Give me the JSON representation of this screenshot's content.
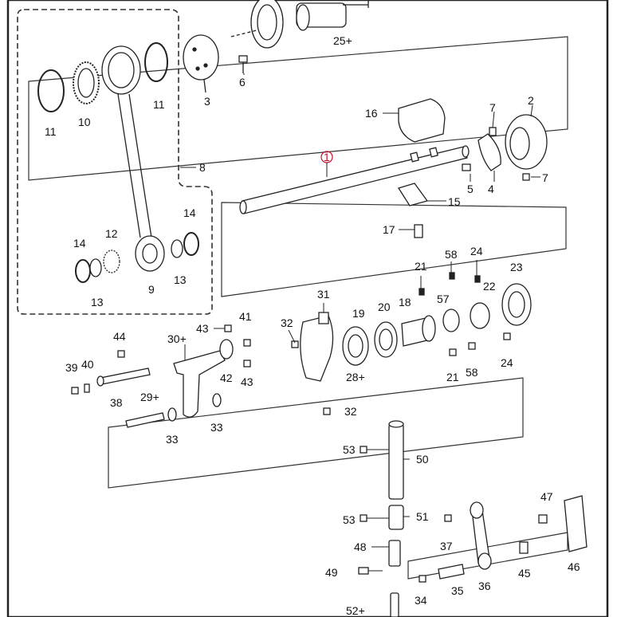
{
  "diagram": {
    "highlighted_callout": "1",
    "colors": {
      "line": "#222222",
      "highlight": "#c8102e",
      "background": "#ffffff"
    },
    "callouts": [
      {
        "id": "c-1",
        "text": "1"
      },
      {
        "id": "c-2",
        "text": "2"
      },
      {
        "id": "c-3",
        "text": "3"
      },
      {
        "id": "c-4",
        "text": "4"
      },
      {
        "id": "c-5",
        "text": "5"
      },
      {
        "id": "c-6",
        "text": "6"
      },
      {
        "id": "c-7a",
        "text": "7"
      },
      {
        "id": "c-7b",
        "text": "7"
      },
      {
        "id": "c-8",
        "text": "8"
      },
      {
        "id": "c-9",
        "text": "9"
      },
      {
        "id": "c-10",
        "text": "10"
      },
      {
        "id": "c-11a",
        "text": "11"
      },
      {
        "id": "c-11b",
        "text": "11"
      },
      {
        "id": "c-12",
        "text": "12"
      },
      {
        "id": "c-13a",
        "text": "13"
      },
      {
        "id": "c-13b",
        "text": "13"
      },
      {
        "id": "c-14a",
        "text": "14"
      },
      {
        "id": "c-14b",
        "text": "14"
      },
      {
        "id": "c-15",
        "text": "15"
      },
      {
        "id": "c-16",
        "text": "16"
      },
      {
        "id": "c-17",
        "text": "17"
      },
      {
        "id": "c-18",
        "text": "18"
      },
      {
        "id": "c-19",
        "text": "19"
      },
      {
        "id": "c-20",
        "text": "20"
      },
      {
        "id": "c-21a",
        "text": "21"
      },
      {
        "id": "c-21b",
        "text": "21"
      },
      {
        "id": "c-22",
        "text": "22"
      },
      {
        "id": "c-23",
        "text": "23"
      },
      {
        "id": "c-24a",
        "text": "24"
      },
      {
        "id": "c-24b",
        "text": "24"
      },
      {
        "id": "c-25",
        "text": "25+"
      },
      {
        "id": "c-28",
        "text": "28+"
      },
      {
        "id": "c-29",
        "text": "29+"
      },
      {
        "id": "c-30",
        "text": "30+"
      },
      {
        "id": "c-31",
        "text": "31"
      },
      {
        "id": "c-32a",
        "text": "32"
      },
      {
        "id": "c-32b",
        "text": "32"
      },
      {
        "id": "c-33a",
        "text": "33"
      },
      {
        "id": "c-33b",
        "text": "33"
      },
      {
        "id": "c-34",
        "text": "34"
      },
      {
        "id": "c-35",
        "text": "35"
      },
      {
        "id": "c-36",
        "text": "36"
      },
      {
        "id": "c-37",
        "text": "37"
      },
      {
        "id": "c-38",
        "text": "38"
      },
      {
        "id": "c-39",
        "text": "39"
      },
      {
        "id": "c-40",
        "text": "40"
      },
      {
        "id": "c-41",
        "text": "41"
      },
      {
        "id": "c-42",
        "text": "42"
      },
      {
        "id": "c-43a",
        "text": "43"
      },
      {
        "id": "c-43b",
        "text": "43"
      },
      {
        "id": "c-44",
        "text": "44"
      },
      {
        "id": "c-45",
        "text": "45"
      },
      {
        "id": "c-46",
        "text": "46"
      },
      {
        "id": "c-47",
        "text": "47"
      },
      {
        "id": "c-48",
        "text": "48"
      },
      {
        "id": "c-49",
        "text": "49"
      },
      {
        "id": "c-50",
        "text": "50"
      },
      {
        "id": "c-51",
        "text": "51"
      },
      {
        "id": "c-52",
        "text": "52+"
      },
      {
        "id": "c-53a",
        "text": "53"
      },
      {
        "id": "c-53b",
        "text": "53"
      },
      {
        "id": "c-57",
        "text": "57"
      },
      {
        "id": "c-58a",
        "text": "58"
      },
      {
        "id": "c-58b",
        "text": "58"
      }
    ]
  }
}
